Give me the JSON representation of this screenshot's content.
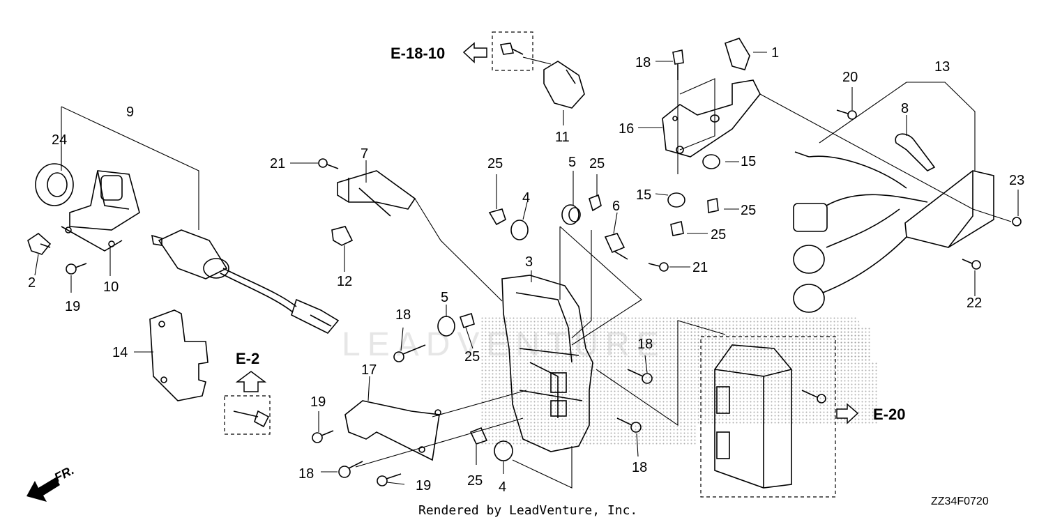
{
  "callouts": [
    {
      "id": "1",
      "label": "1"
    },
    {
      "id": "2",
      "label": "2"
    },
    {
      "id": "3",
      "label": "3"
    },
    {
      "id": "4a",
      "label": "4"
    },
    {
      "id": "4b",
      "label": "4"
    },
    {
      "id": "5a",
      "label": "5"
    },
    {
      "id": "5b",
      "label": "5"
    },
    {
      "id": "6",
      "label": "6"
    },
    {
      "id": "7",
      "label": "7"
    },
    {
      "id": "8",
      "label": "8"
    },
    {
      "id": "9",
      "label": "9"
    },
    {
      "id": "10",
      "label": "10"
    },
    {
      "id": "11",
      "label": "11"
    },
    {
      "id": "12",
      "label": "12"
    },
    {
      "id": "13",
      "label": "13"
    },
    {
      "id": "14",
      "label": "14"
    },
    {
      "id": "15a",
      "label": "15"
    },
    {
      "id": "15b",
      "label": "15"
    },
    {
      "id": "16",
      "label": "16"
    },
    {
      "id": "17",
      "label": "17"
    },
    {
      "id": "18a",
      "label": "18"
    },
    {
      "id": "18b",
      "label": "18"
    },
    {
      "id": "18c",
      "label": "18"
    },
    {
      "id": "18d",
      "label": "18"
    },
    {
      "id": "18e",
      "label": "18"
    },
    {
      "id": "19a",
      "label": "19"
    },
    {
      "id": "19b",
      "label": "19"
    },
    {
      "id": "19c",
      "label": "19"
    },
    {
      "id": "20",
      "label": "20"
    },
    {
      "id": "21a",
      "label": "21"
    },
    {
      "id": "21b",
      "label": "21"
    },
    {
      "id": "22",
      "label": "22"
    },
    {
      "id": "23",
      "label": "23"
    },
    {
      "id": "24",
      "label": "24"
    },
    {
      "id": "25a",
      "label": "25"
    },
    {
      "id": "25b",
      "label": "25"
    },
    {
      "id": "25c",
      "label": "25"
    },
    {
      "id": "25d",
      "label": "25"
    },
    {
      "id": "25e",
      "label": "25"
    },
    {
      "id": "25f",
      "label": "25"
    }
  ],
  "refs": {
    "e18_10": "E-18-10",
    "e2": "E-2",
    "e20": "E-20"
  },
  "front_marker": "FR.",
  "footer": {
    "credit": "Rendered by LeadVenture, Inc.",
    "diagram_code": "ZZ34F0720"
  },
  "watermark": "LEADVENTURE"
}
